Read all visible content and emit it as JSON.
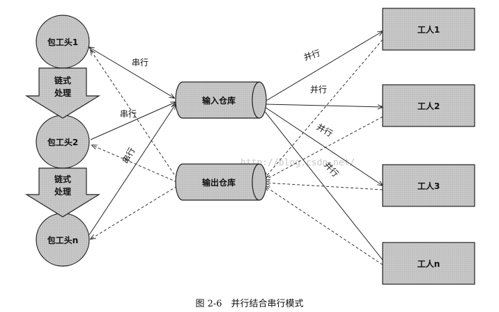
{
  "contractors": [
    {
      "label": "包工头1"
    },
    {
      "label": "包工头2"
    },
    {
      "label": "包工头n"
    }
  ],
  "chain_steps": [
    {
      "line1": "链式",
      "line2": "处理"
    },
    {
      "line1": "链式",
      "line2": "处理"
    }
  ],
  "warehouses": {
    "input": "输入仓库",
    "output": "输出仓库"
  },
  "workers": [
    {
      "label": "工人1"
    },
    {
      "label": "工人2"
    },
    {
      "label": "工人3"
    },
    {
      "label": "工人n"
    }
  ],
  "edge_labels": {
    "serial_1": "串行",
    "serial_2": "串行",
    "serial_3": "串行",
    "parallel_1": "并行",
    "parallel_2": "并行",
    "parallel_3": "并行",
    "parallel_4": "并行"
  },
  "watermark": "http://blog.csdn.net/",
  "caption": "图 2-6　并行结合串行模式",
  "colors": {
    "node_fill": "#c6c6c6",
    "stroke": "#222222"
  }
}
